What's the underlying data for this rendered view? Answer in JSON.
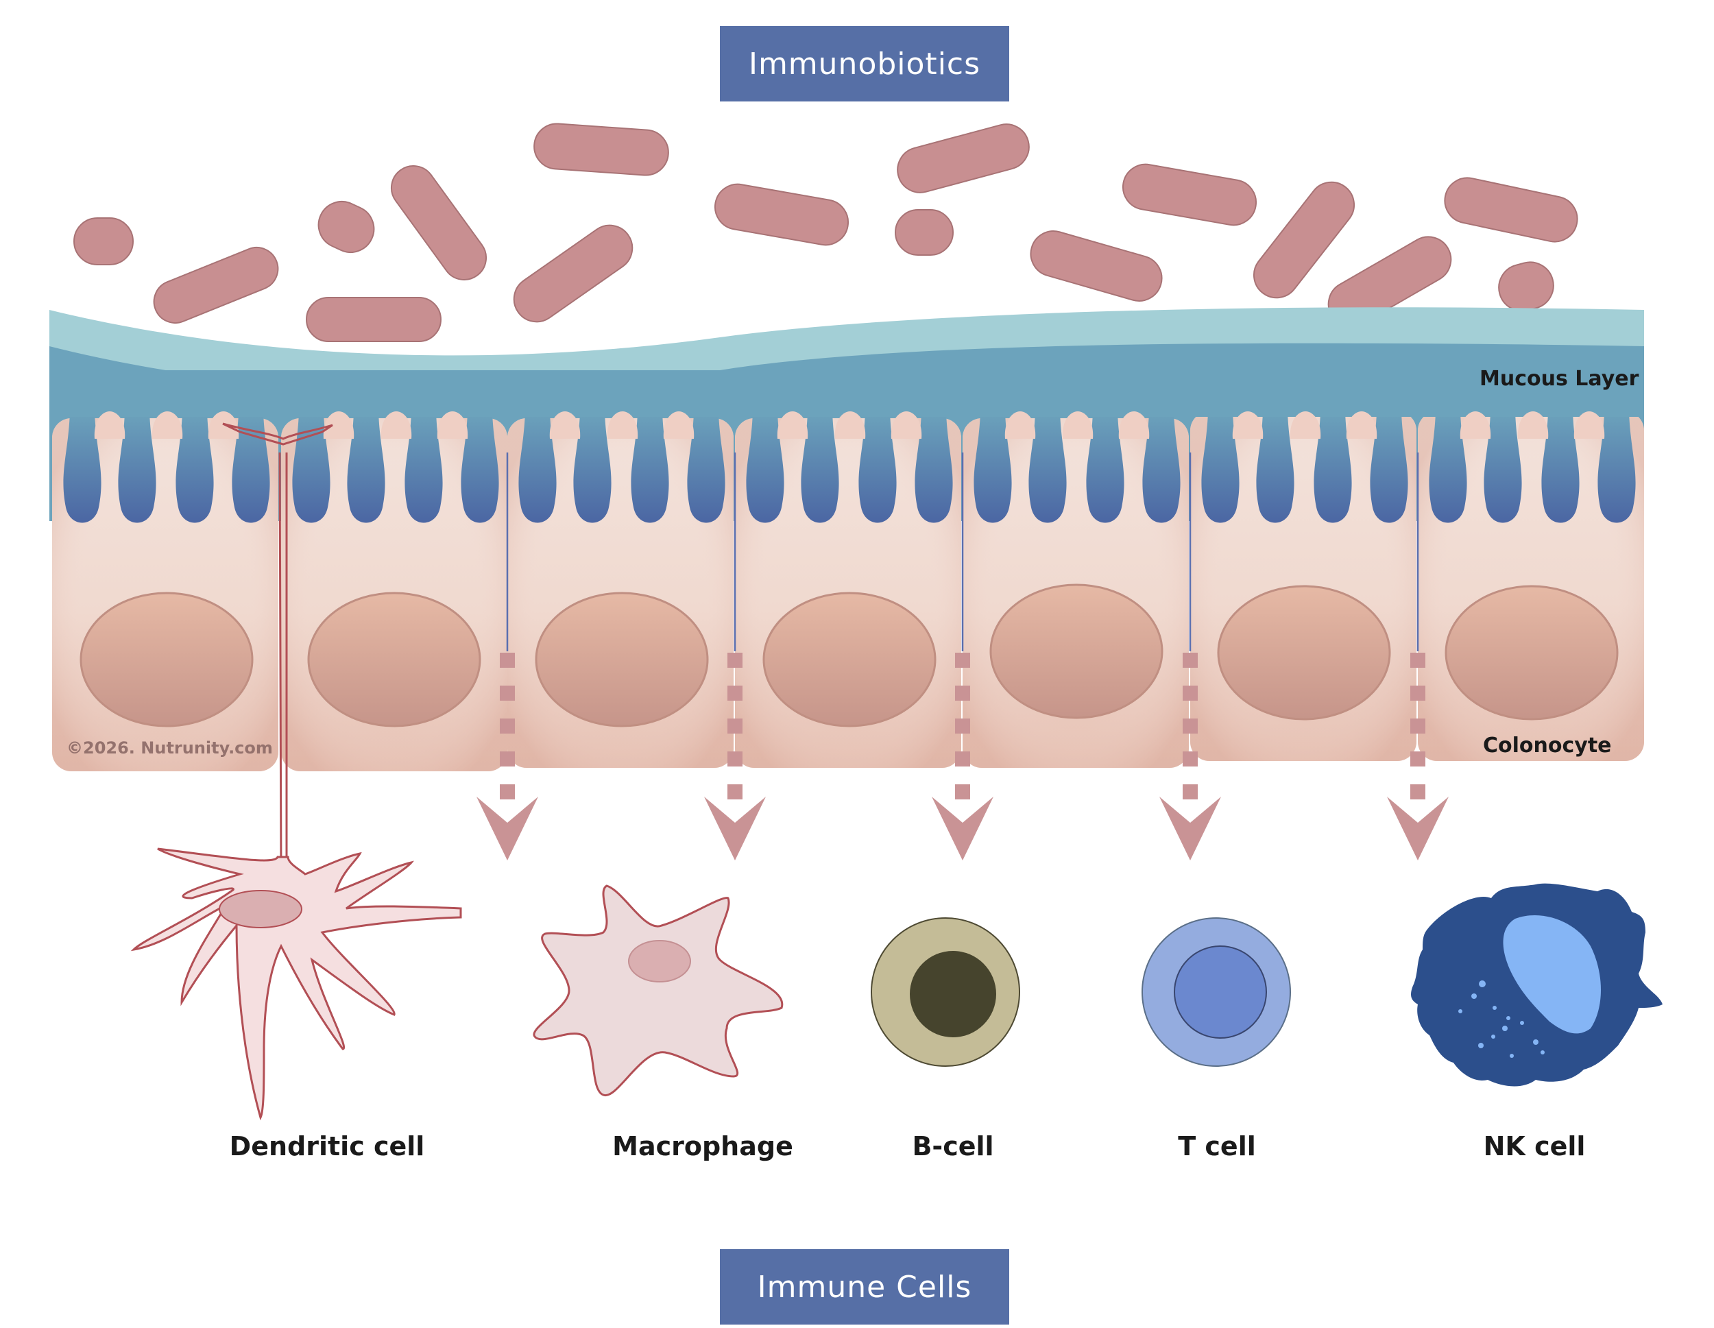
{
  "diagram": {
    "top_title": "Immunobiotics",
    "bottom_title": "Immune Cells",
    "layers": {
      "mucous_label": "Mucous Layer",
      "epithelium_label": "Colonocyte"
    },
    "copyright": "©2026. Nutrunity.com",
    "immune_cells": [
      {
        "label": "Dendritic cell"
      },
      {
        "label": "Macrophage"
      },
      {
        "label": "B-cell"
      },
      {
        "label": "T cell"
      },
      {
        "label": "NK cell"
      }
    ],
    "colors": {
      "title_box": "#566fa6",
      "bacteria": "#c88f91",
      "mucus_light": "#a3cfd6",
      "mucus_dark": "#6ca3bc",
      "cell_body": "#f2dcd4",
      "nucleus": "#d9a896",
      "arrow": "#c99395",
      "b_cell": "#c4bc97",
      "t_cell": "#94acdf",
      "nk_cell": "#2c4f8c"
    }
  }
}
